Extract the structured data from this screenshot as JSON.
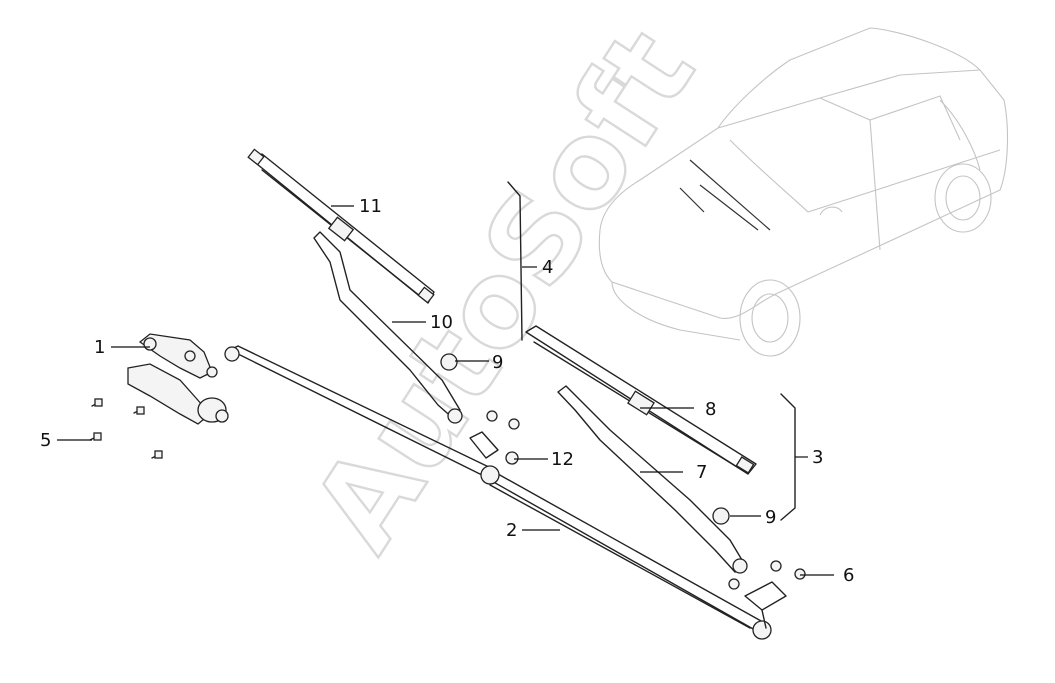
{
  "watermark": "AutoSoft",
  "callouts": {
    "c1": "1",
    "c2": "2",
    "c3": "3",
    "c4": "4",
    "c5": "5",
    "c6": "6",
    "c7": "7",
    "c8": "8",
    "c9a": "9",
    "c9b": "9",
    "c10": "10",
    "c11": "11",
    "c12": "12"
  }
}
